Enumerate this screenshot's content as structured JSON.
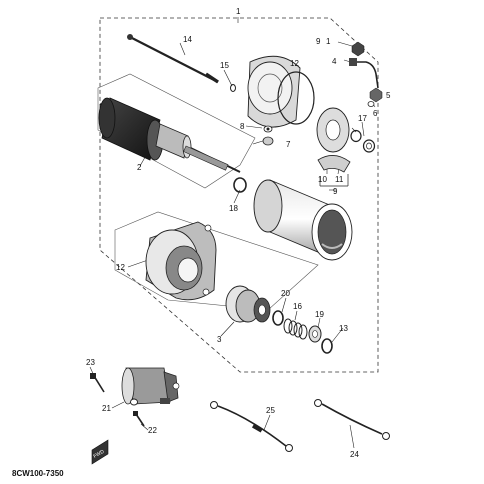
{
  "diagram": {
    "part_code": "8CW100-7350",
    "fwd_label": "FWD",
    "callouts": {
      "c1": "1",
      "c2": "2",
      "c3": "3",
      "c4": "4",
      "c5": "5",
      "c6": "6",
      "c7": "7",
      "c8": "8",
      "c9a": "9",
      "c9a_suffix": "1",
      "c9b": "9",
      "c10": "10",
      "c11": "11",
      "c12a": "12",
      "c12b": "12",
      "c13": "13",
      "c14": "14",
      "c15": "15",
      "c16": "16",
      "c17": "17",
      "c18": "18",
      "c19": "19",
      "c20": "20",
      "c21": "21",
      "c22": "22",
      "c23": "23",
      "c24": "24",
      "c25": "25"
    }
  }
}
